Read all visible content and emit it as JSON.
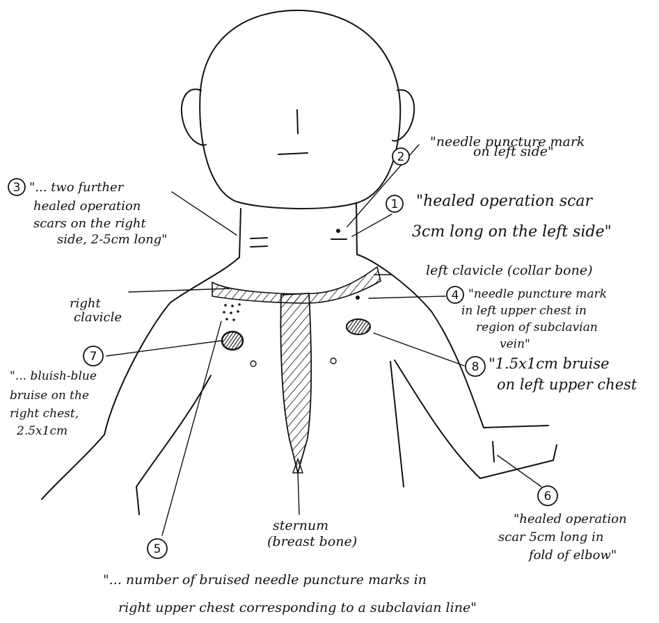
{
  "annotations": {
    "a1": {
      "num": "1",
      "lines": [
        "\"healed operation scar",
        "3cm long on the left side\""
      ]
    },
    "a2": {
      "num": "2",
      "lines": [
        "\"needle puncture mark",
        "on left side\""
      ]
    },
    "a3": {
      "num": "3",
      "lines": [
        "\"... two further",
        "healed operation",
        "scars on the right",
        "side, 2-5cm long\""
      ]
    },
    "a4": {
      "num": "4",
      "lines": [
        "\"needle puncture mark",
        "in left upper chest in",
        "region of subclavian",
        "vein\""
      ]
    },
    "a5": {
      "num": "5",
      "lines": [
        "\"... number of bruised needle puncture marks in",
        "right upper chest corresponding to a subclavian line\""
      ]
    },
    "a6": {
      "num": "6",
      "lines": [
        "\"healed operation",
        "scar 5cm long in",
        "fold of elbow\""
      ]
    },
    "a7": {
      "num": "7",
      "lines": [
        "\"... bluish-blue",
        "bruise on the",
        "right chest,",
        "2.5x1cm"
      ]
    },
    "a8": {
      "num": "8",
      "lines": [
        "\"1.5x1cm bruise",
        "on left upper chest"
      ]
    }
  },
  "labels": {
    "left_clavicle": "left clavicle (collar bone)",
    "right_clavicle": [
      "right",
      "clavicle"
    ],
    "sternum": [
      "sternum",
      "(breast bone)"
    ]
  }
}
